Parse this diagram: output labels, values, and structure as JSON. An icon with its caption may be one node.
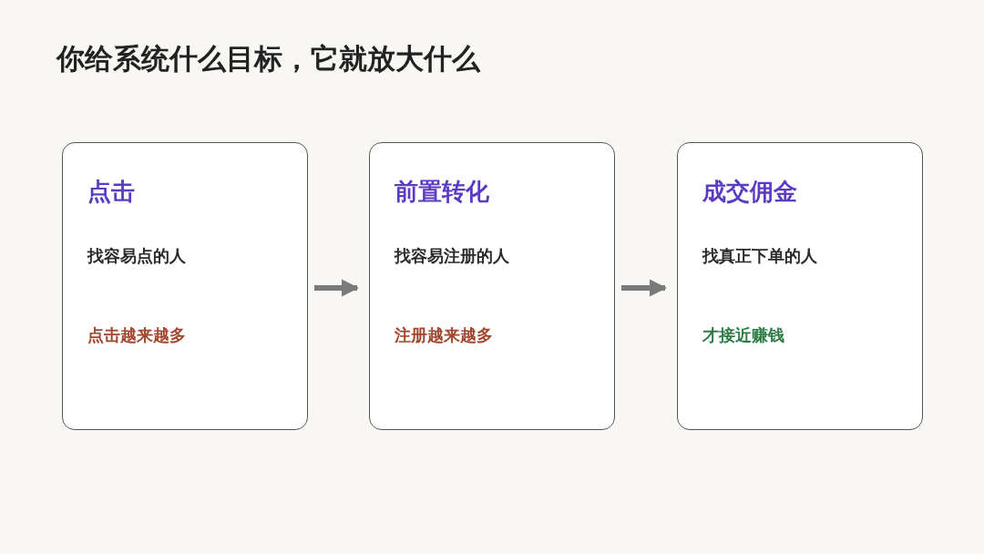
{
  "diagram": {
    "title": "你给系统什么目标，它就放大什么",
    "nodes": [
      {
        "text": [
          "点击",
          "找容易点的人",
          "点击越来越多"
        ]
      },
      {
        "text": [
          "前置转化",
          "找容易注册的人",
          "注册越来越多"
        ]
      },
      {
        "text": [
          "成交佣金",
          "找真正下单的人",
          "才接近赚钱"
        ]
      }
    ],
    "edges": [
      {
        "from": 0,
        "to": 1,
        "arrow": "to"
      },
      {
        "from": 1,
        "to": 2,
        "arrow": "to"
      }
    ]
  }
}
